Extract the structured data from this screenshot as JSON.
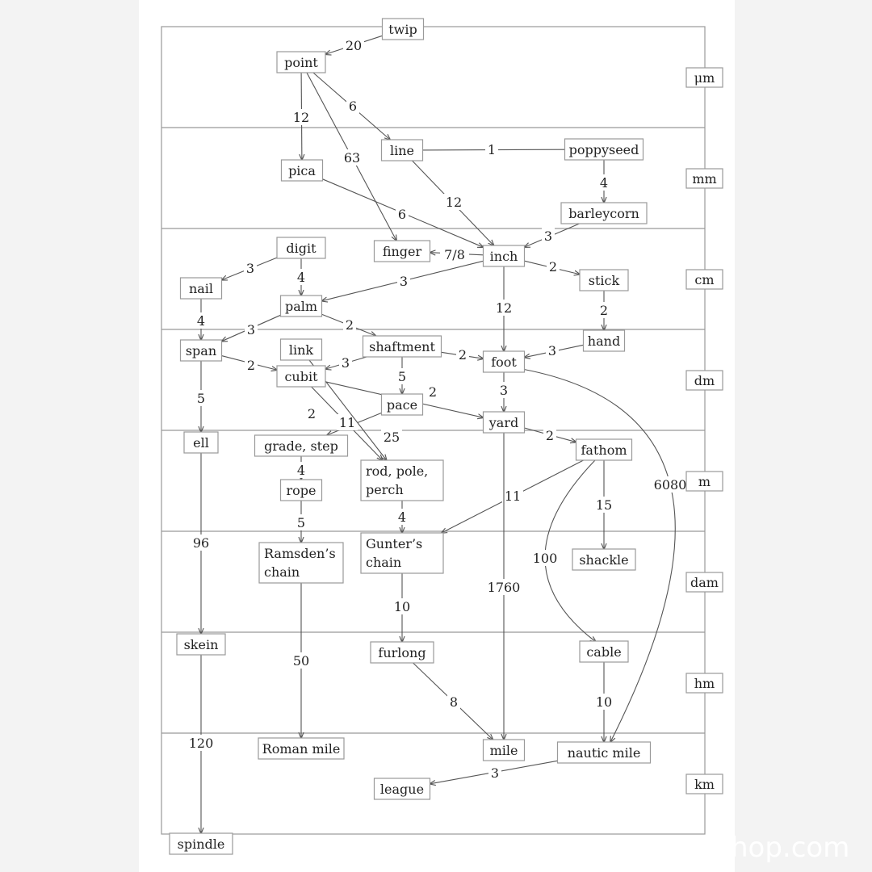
{
  "units": [
    "μm",
    "mm",
    "cm",
    "dm",
    "m",
    "dam",
    "hm",
    "km"
  ],
  "nodes": [
    {
      "id": "twip",
      "lines": [
        "twip"
      ]
    },
    {
      "id": "point",
      "lines": [
        "point"
      ]
    },
    {
      "id": "pica",
      "lines": [
        "pica"
      ]
    },
    {
      "id": "line",
      "lines": [
        "line"
      ]
    },
    {
      "id": "poppyseed",
      "lines": [
        "poppyseed"
      ]
    },
    {
      "id": "barleycorn",
      "lines": [
        "barleycorn"
      ]
    },
    {
      "id": "finger",
      "lines": [
        "finger"
      ]
    },
    {
      "id": "inch",
      "lines": [
        "inch"
      ]
    },
    {
      "id": "digit",
      "lines": [
        "digit"
      ]
    },
    {
      "id": "nail",
      "lines": [
        "nail"
      ]
    },
    {
      "id": "palm",
      "lines": [
        "palm"
      ]
    },
    {
      "id": "stick",
      "lines": [
        "stick"
      ]
    },
    {
      "id": "span",
      "lines": [
        "span"
      ]
    },
    {
      "id": "link",
      "lines": [
        "link"
      ]
    },
    {
      "id": "shaftment",
      "lines": [
        "shaftment"
      ]
    },
    {
      "id": "foot",
      "lines": [
        "foot"
      ]
    },
    {
      "id": "hand",
      "lines": [
        "hand"
      ]
    },
    {
      "id": "cubit",
      "lines": [
        "cubit"
      ]
    },
    {
      "id": "pace",
      "lines": [
        "pace"
      ]
    },
    {
      "id": "yard",
      "lines": [
        "yard"
      ]
    },
    {
      "id": "ell",
      "lines": [
        "ell"
      ]
    },
    {
      "id": "grade",
      "lines": [
        "grade, step"
      ]
    },
    {
      "id": "fathom",
      "lines": [
        "fathom"
      ]
    },
    {
      "id": "rod",
      "lines": [
        "rod,   pole,",
        "perch"
      ]
    },
    {
      "id": "rope",
      "lines": [
        "rope"
      ]
    },
    {
      "id": "gunter",
      "lines": [
        "Gunter’s",
        "chain"
      ]
    },
    {
      "id": "shackle",
      "lines": [
        "shackle"
      ]
    },
    {
      "id": "ramsden",
      "lines": [
        "Ramsden’s",
        "chain"
      ]
    },
    {
      "id": "skein",
      "lines": [
        "skein"
      ]
    },
    {
      "id": "furlong",
      "lines": [
        "furlong"
      ]
    },
    {
      "id": "cable",
      "lines": [
        "cable"
      ]
    },
    {
      "id": "romanmile",
      "lines": [
        "Roman mile"
      ]
    },
    {
      "id": "mile",
      "lines": [
        "mile"
      ]
    },
    {
      "id": "nauticmile",
      "lines": [
        "nautic mile"
      ]
    },
    {
      "id": "league",
      "lines": [
        "league"
      ]
    },
    {
      "id": "spindle",
      "lines": [
        "spindle"
      ]
    }
  ],
  "edges": [
    {
      "from": "twip",
      "to": "point",
      "label": "20"
    },
    {
      "from": "point",
      "to": "pica",
      "label": "12"
    },
    {
      "from": "point",
      "to": "line",
      "label": "6"
    },
    {
      "from": "point",
      "to": "finger",
      "label": "63"
    },
    {
      "from": "line",
      "to": "poppyseed",
      "label": "1",
      "arrow": false
    },
    {
      "from": "poppyseed",
      "to": "barleycorn",
      "label": "4"
    },
    {
      "from": "line",
      "to": "inch",
      "label": "12"
    },
    {
      "from": "pica",
      "to": "inch",
      "label": "6"
    },
    {
      "from": "barleycorn",
      "to": "inch",
      "label": "3"
    },
    {
      "from": "inch",
      "to": "finger",
      "label": "7/8"
    },
    {
      "from": "inch",
      "to": "stick",
      "label": "2"
    },
    {
      "from": "inch",
      "to": "palm",
      "label": "3"
    },
    {
      "from": "inch",
      "to": "foot",
      "label": "12"
    },
    {
      "from": "digit",
      "to": "nail",
      "label": "3"
    },
    {
      "from": "digit",
      "to": "palm",
      "label": "4"
    },
    {
      "from": "stick",
      "to": "hand",
      "label": "2"
    },
    {
      "from": "nail",
      "to": "span",
      "label": "4"
    },
    {
      "from": "palm",
      "to": "span",
      "label": "3"
    },
    {
      "from": "palm",
      "to": "shaftment",
      "label": "2"
    },
    {
      "from": "hand",
      "to": "foot",
      "label": "3"
    },
    {
      "from": "shaftment",
      "to": "foot",
      "label": "2"
    },
    {
      "from": "shaftment",
      "to": "cubit",
      "label": "3"
    },
    {
      "from": "span",
      "to": "cubit",
      "label": "2"
    },
    {
      "from": "shaftment",
      "to": "pace",
      "label": "5"
    },
    {
      "from": "cubit",
      "to": "yard",
      "label": "2"
    },
    {
      "from": "foot",
      "to": "yard",
      "label": "3"
    },
    {
      "from": "span",
      "to": "ell",
      "label": "5"
    },
    {
      "from": "pace",
      "to": "grade",
      "label": "2"
    },
    {
      "from": "cubit",
      "to": "rod",
      "label": "11"
    },
    {
      "from": "link",
      "to": "rod",
      "label": "25"
    },
    {
      "from": "yard",
      "to": "fathom",
      "label": "2"
    },
    {
      "from": "foot",
      "to": "nauticmile",
      "label": "6080"
    },
    {
      "from": "fathom",
      "to": "gunter",
      "label": "11"
    },
    {
      "from": "grade",
      "to": "rope",
      "label": "4"
    },
    {
      "from": "fathom",
      "to": "shackle",
      "label": "15"
    },
    {
      "from": "fathom",
      "to": "cable",
      "label": "100"
    },
    {
      "from": "rod",
      "to": "gunter",
      "label": "4"
    },
    {
      "from": "rope",
      "to": "ramsden",
      "label": "5"
    },
    {
      "from": "ell",
      "to": "skein",
      "label": "96"
    },
    {
      "from": "yard",
      "to": "mile",
      "label": "1760"
    },
    {
      "from": "gunter",
      "to": "furlong",
      "label": "10"
    },
    {
      "from": "ramsden",
      "to": "romanmile",
      "label": "50"
    },
    {
      "from": "skein",
      "to": "spindle",
      "label": "120"
    },
    {
      "from": "furlong",
      "to": "mile",
      "label": "8"
    },
    {
      "from": "cable",
      "to": "nauticmile",
      "label": "10"
    },
    {
      "from": "nauticmile",
      "to": "league",
      "label": "3"
    }
  ],
  "watermark": "hop.com",
  "colors": {
    "line": "#555555",
    "box": "#9a9a9a",
    "text": "#222222"
  }
}
